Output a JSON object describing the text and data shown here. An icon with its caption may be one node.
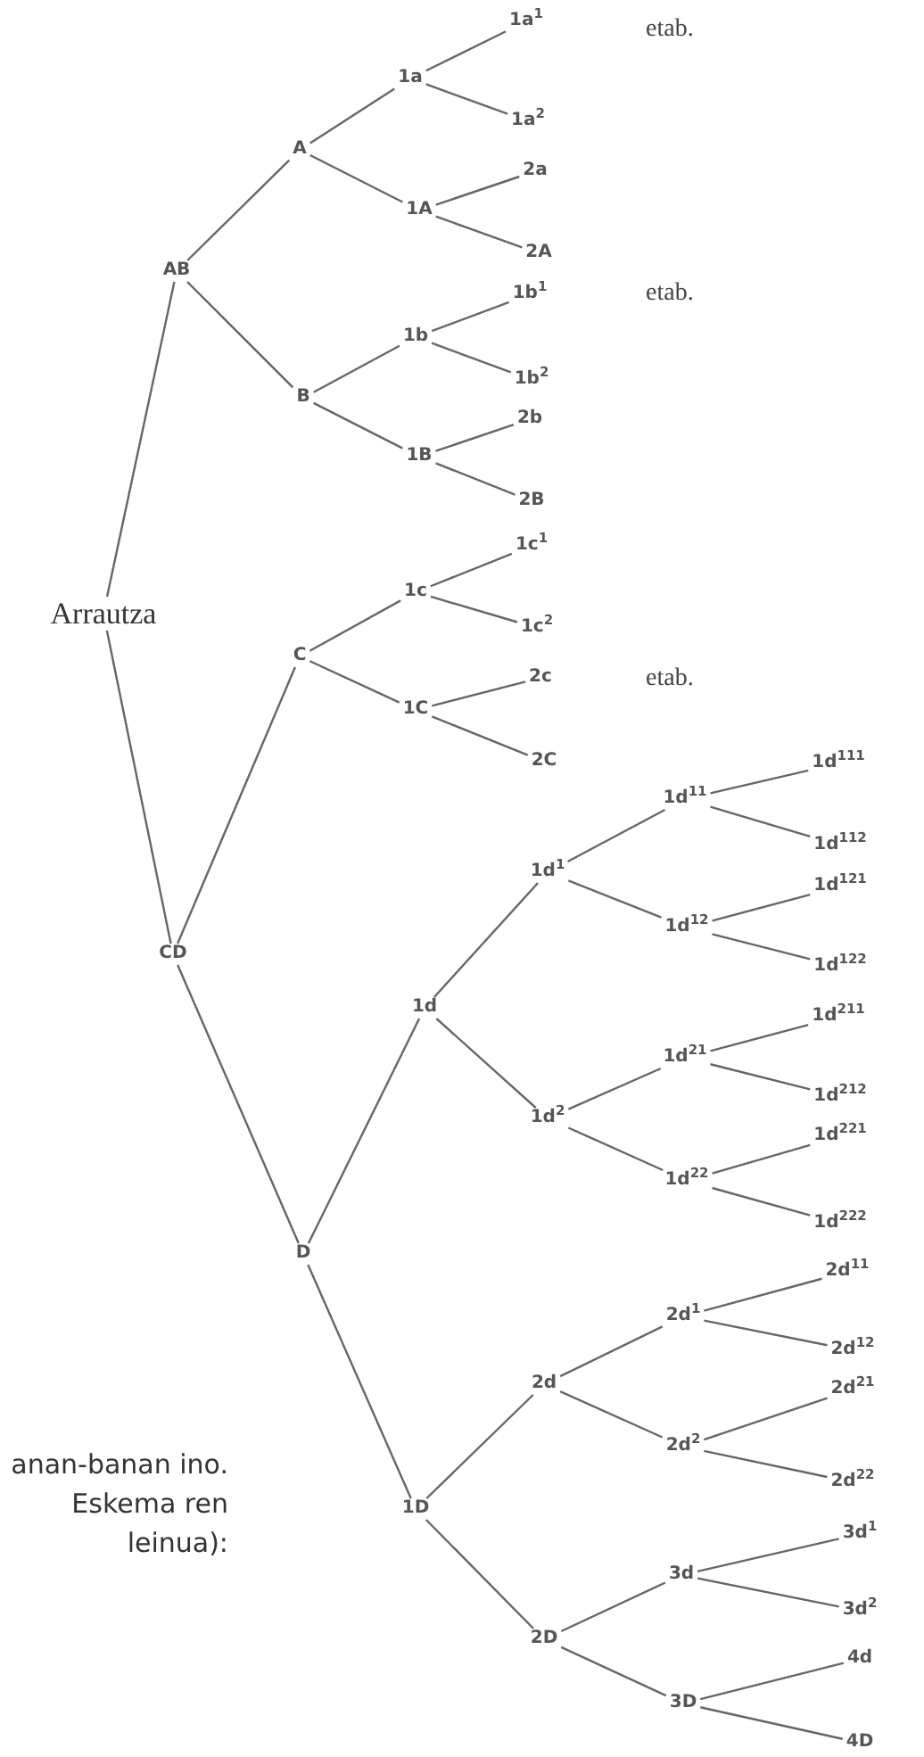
{
  "diagram": {
    "nodes": [
      {
        "text": [
          "Arrautza"
        ]
      },
      {
        "text": [
          "AB"
        ]
      },
      {
        "text": [
          "A"
        ]
      },
      {
        "text": [
          "1a"
        ]
      },
      {
        "text": [
          "1a$^{1}$"
        ]
      },
      {
        "text": [
          "1a$^{2}$"
        ]
      },
      {
        "text": [
          "1A"
        ]
      },
      {
        "text": [
          "2a"
        ]
      },
      {
        "text": [
          "2A"
        ]
      },
      {
        "text": [
          "B"
        ]
      },
      {
        "text": [
          "1b"
        ]
      },
      {
        "text": [
          "1b$^{1}$"
        ]
      },
      {
        "text": [
          "1b$^{2}$"
        ]
      },
      {
        "text": [
          "1B"
        ]
      },
      {
        "text": [
          "2b"
        ]
      },
      {
        "text": [
          "2B"
        ]
      },
      {
        "text": [
          "CD"
        ]
      },
      {
        "text": [
          "C"
        ]
      },
      {
        "text": [
          "1c"
        ]
      },
      {
        "text": [
          "1c$^{1}$"
        ]
      },
      {
        "text": [
          "1c$^{2}$"
        ]
      },
      {
        "text": [
          "1C"
        ]
      },
      {
        "text": [
          "2c"
        ]
      },
      {
        "text": [
          "2C"
        ]
      },
      {
        "text": [
          "D"
        ]
      },
      {
        "text": [
          "1d"
        ]
      },
      {
        "text": [
          "1d$^{1}$"
        ]
      },
      {
        "text": [
          "1d$^{11}$"
        ]
      },
      {
        "text": [
          "1d$^{111}$"
        ]
      },
      {
        "text": [
          "1d$^{112}$"
        ]
      },
      {
        "text": [
          "1d$^{12}$"
        ]
      },
      {
        "text": [
          "1d$^{121}$"
        ]
      },
      {
        "text": [
          "1d$^{122}$"
        ]
      },
      {
        "text": [
          "1d$^{2}$"
        ]
      },
      {
        "text": [
          "1d$^{21}$"
        ]
      },
      {
        "text": [
          "1d$^{211}$"
        ]
      },
      {
        "text": [
          "1d$^{212}$"
        ]
      },
      {
        "text": [
          "1d$^{22}$"
        ]
      },
      {
        "text": [
          "1d$^{221}$"
        ]
      },
      {
        "text": [
          "1d$^{222}$"
        ]
      },
      {
        "text": [
          "1D"
        ]
      },
      {
        "text": [
          "2d"
        ]
      },
      {
        "text": [
          "2d$^{1}$"
        ]
      },
      {
        "text": [
          "2d$^{11}$"
        ]
      },
      {
        "text": [
          "2d$^{12}$"
        ]
      },
      {
        "text": [
          "2d$^{2}$"
        ]
      },
      {
        "text": [
          "2d$^{21}$"
        ]
      },
      {
        "text": [
          "2d$^{22}$"
        ]
      },
      {
        "text": [
          "2D"
        ]
      },
      {
        "text": [
          "3d"
        ]
      },
      {
        "text": [
          "3d$^{1}$"
        ]
      },
      {
        "text": [
          "3d$^{2}$"
        ]
      },
      {
        "text": [
          "3D"
        ]
      },
      {
        "text": [
          "4d"
        ]
      },
      {
        "text": [
          "4D"
        ]
      }
    ],
    "edges": [
      {
        "from": 0,
        "to": 1,
        "arrow": "none"
      },
      {
        "from": 1,
        "to": 2,
        "arrow": "none"
      },
      {
        "from": 2,
        "to": 3,
        "arrow": "none"
      },
      {
        "from": 3,
        "to": 4,
        "arrow": "none"
      },
      {
        "from": 3,
        "to": 5,
        "arrow": "none"
      },
      {
        "from": 2,
        "to": 6,
        "arrow": "none"
      },
      {
        "from": 6,
        "to": 7,
        "arrow": "none"
      },
      {
        "from": 6,
        "to": 8,
        "arrow": "none"
      },
      {
        "from": 1,
        "to": 9,
        "arrow": "none"
      },
      {
        "from": 9,
        "to": 10,
        "arrow": "none"
      },
      {
        "from": 10,
        "to": 11,
        "arrow": "none"
      },
      {
        "from": 10,
        "to": 12,
        "arrow": "none"
      },
      {
        "from": 9,
        "to": 13,
        "arrow": "none"
      },
      {
        "from": 13,
        "to": 14,
        "arrow": "none"
      },
      {
        "from": 13,
        "to": 15,
        "arrow": "none"
      },
      {
        "from": 0,
        "to": 16,
        "arrow": "none"
      },
      {
        "from": 16,
        "to": 17,
        "arrow": "none"
      },
      {
        "from": 17,
        "to": 18,
        "arrow": "none"
      },
      {
        "from": 18,
        "to": 19,
        "arrow": "none"
      },
      {
        "from": 18,
        "to": 20,
        "arrow": "none"
      },
      {
        "from": 17,
        "to": 21,
        "arrow": "none"
      },
      {
        "from": 21,
        "to": 22,
        "arrow": "none"
      },
      {
        "from": 21,
        "to": 23,
        "arrow": "none"
      },
      {
        "from": 16,
        "to": 24,
        "arrow": "none"
      },
      {
        "from": 24,
        "to": 25,
        "arrow": "none"
      },
      {
        "from": 25,
        "to": 26,
        "arrow": "none"
      },
      {
        "from": 26,
        "to": 27,
        "arrow": "none"
      },
      {
        "from": 27,
        "to": 28,
        "arrow": "none"
      },
      {
        "from": 27,
        "to": 29,
        "arrow": "none"
      },
      {
        "from": 26,
        "to": 30,
        "arrow": "none"
      },
      {
        "from": 30,
        "to": 31,
        "arrow": "none"
      },
      {
        "from": 30,
        "to": 32,
        "arrow": "none"
      },
      {
        "from": 25,
        "to": 33,
        "arrow": "none"
      },
      {
        "from": 33,
        "to": 34,
        "arrow": "none"
      },
      {
        "from": 34,
        "to": 35,
        "arrow": "none"
      },
      {
        "from": 34,
        "to": 36,
        "arrow": "none"
      },
      {
        "from": 33,
        "to": 37,
        "arrow": "none"
      },
      {
        "from": 37,
        "to": 38,
        "arrow": "none"
      },
      {
        "from": 37,
        "to": 39,
        "arrow": "none"
      },
      {
        "from": 24,
        "to": 40,
        "arrow": "none"
      },
      {
        "from": 40,
        "to": 41,
        "arrow": "none"
      },
      {
        "from": 41,
        "to": 42,
        "arrow": "none"
      },
      {
        "from": 42,
        "to": 43,
        "arrow": "none"
      },
      {
        "from": 42,
        "to": 44,
        "arrow": "none"
      },
      {
        "from": 41,
        "to": 45,
        "arrow": "none"
      },
      {
        "from": 45,
        "to": 46,
        "arrow": "none"
      },
      {
        "from": 45,
        "to": 47,
        "arrow": "none"
      },
      {
        "from": 40,
        "to": 48,
        "arrow": "none"
      },
      {
        "from": 48,
        "to": 49,
        "arrow": "none"
      },
      {
        "from": 49,
        "to": 50,
        "arrow": "none"
      },
      {
        "from": 49,
        "to": 51,
        "arrow": "none"
      },
      {
        "from": 48,
        "to": 52,
        "arrow": "none"
      },
      {
        "from": 52,
        "to": 53,
        "arrow": "none"
      },
      {
        "from": 52,
        "to": 54,
        "arrow": "none"
      }
    ],
    "labels": [
      "etab.",
      "etab.",
      "etab.",
      "anan-banan ino. Eskema ren leinua):"
    ]
  }
}
